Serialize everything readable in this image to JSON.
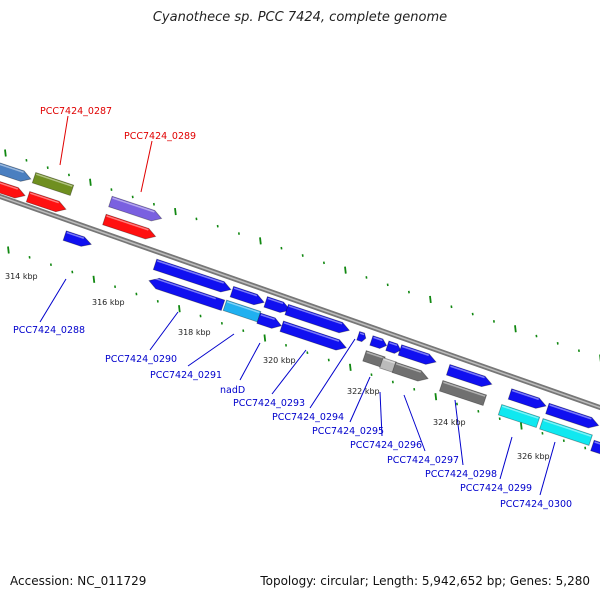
{
  "title": "Cyanothece sp. PCC 7424, complete genome",
  "footer": {
    "accession_label": "Accession:",
    "accession": "NC_011729",
    "topology_label": "Topology:",
    "topology": "circular",
    "length_label": "Length:",
    "length": "5,942,652 bp",
    "genes_label": "Genes:",
    "genes": "5,280"
  },
  "colors": {
    "blue_gene": "#1010f0",
    "red_gene": "#ff1010",
    "cyan_gene": "#10e8f0",
    "gray_gene": "#707070",
    "olive_gene": "#6f8f20",
    "purple_gene": "#7a60e0",
    "steel_gene": "#4a7fc0",
    "light_blue_gene": "#20b0f0",
    "backbone": "#8a8a8a",
    "tick": "#118811",
    "red_label": "#e00000",
    "blue_label": "#0000cc"
  },
  "kbp_ticks": [
    {
      "label": "314 kbp"
    },
    {
      "label": "316 kbp"
    },
    {
      "label": "318 kbp"
    },
    {
      "label": "320 kbp"
    },
    {
      "label": "322 kbp"
    },
    {
      "label": "324 kbp"
    },
    {
      "label": "326 kbp"
    }
  ],
  "gene_labels": [
    {
      "text": "PCC7424_0287",
      "color": "red"
    },
    {
      "text": "PCC7424_0289",
      "color": "red"
    },
    {
      "text": "PCC7424_0288",
      "color": "blue"
    },
    {
      "text": "PCC7424_0290",
      "color": "blue"
    },
    {
      "text": "PCC7424_0291",
      "color": "blue"
    },
    {
      "text": "nadD",
      "color": "blue"
    },
    {
      "text": "PCC7424_0293",
      "color": "blue"
    },
    {
      "text": "PCC7424_0294",
      "color": "blue"
    },
    {
      "text": "PCC7424_0295",
      "color": "blue"
    },
    {
      "text": "PCC7424_0296",
      "color": "blue"
    },
    {
      "text": "PCC7424_0297",
      "color": "blue"
    },
    {
      "text": "PCC7424_0298",
      "color": "blue"
    },
    {
      "text": "PCC7424_0299",
      "color": "blue"
    },
    {
      "text": "PCC7424_0300",
      "color": "blue"
    }
  ]
}
